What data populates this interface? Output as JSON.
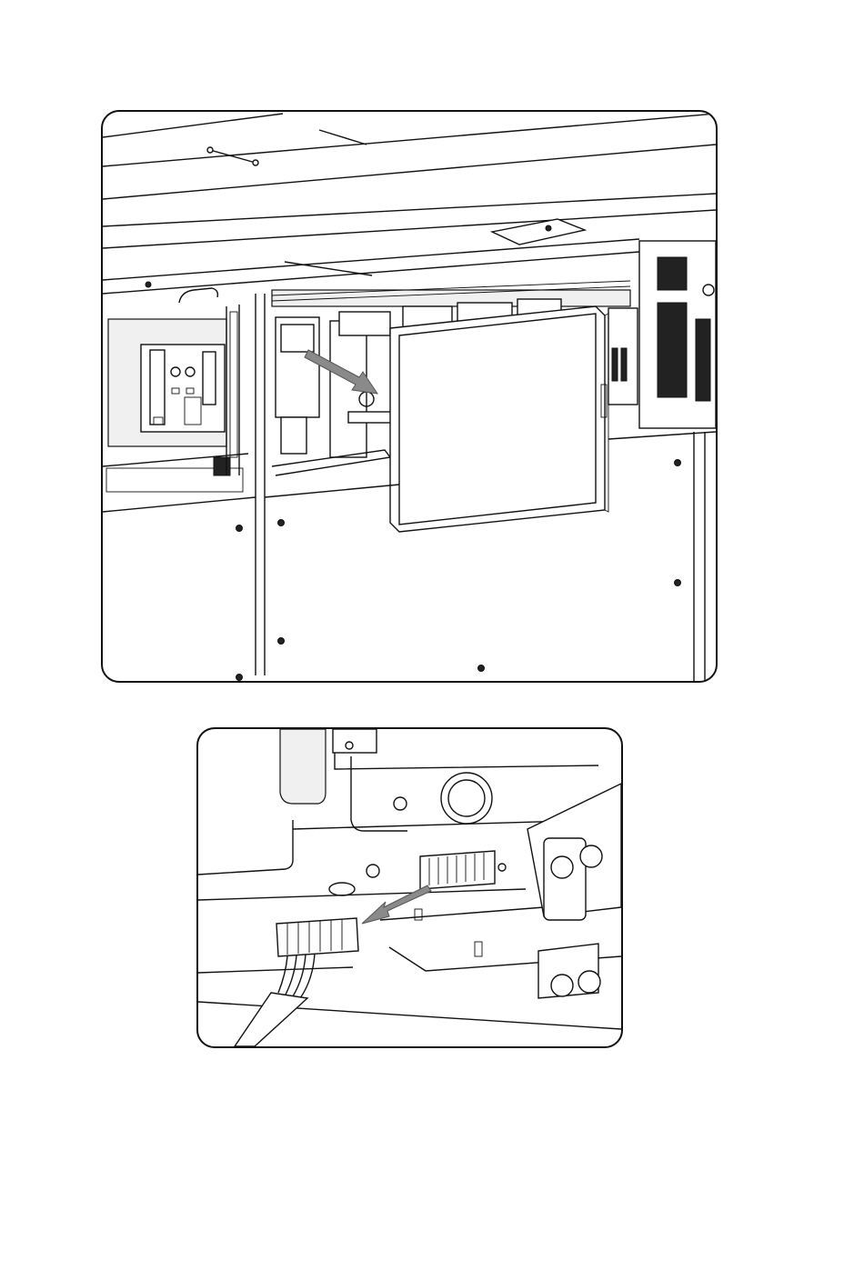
{
  "figure": {
    "panels": [
      {
        "id": "top",
        "content": "cabinet-cover-removal"
      },
      {
        "id": "bottom",
        "content": "terminal-connector-unplug"
      }
    ],
    "colors": {
      "line": "#111111",
      "arrow": "#8a8a8a",
      "background": "#ffffff"
    },
    "icons": [
      "arrow-icon",
      "connector-plug-icon",
      "bolt-icon"
    ]
  }
}
